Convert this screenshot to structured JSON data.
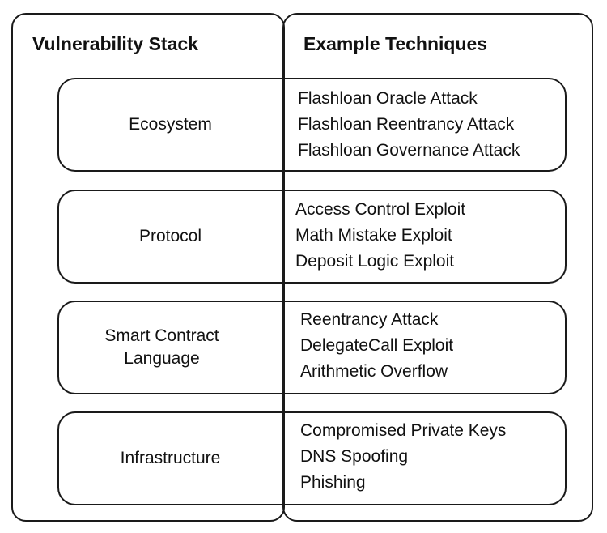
{
  "headers": {
    "left": "Vulnerability Stack",
    "right": "Example Techniques"
  },
  "layers": [
    {
      "name": "Ecosystem",
      "techniques": [
        "Flashloan Oracle Attack",
        "Flashloan Reentrancy Attack",
        "Flashloan Governance Attack"
      ]
    },
    {
      "name": "Protocol",
      "techniques": [
        "Access Control Exploit",
        "Math Mistake Exploit",
        "Deposit Logic Exploit"
      ]
    },
    {
      "name": "Smart Contract Language",
      "techniques": [
        "Reentrancy Attack",
        "DelegateCall Exploit",
        "Arithmetic Overflow"
      ]
    },
    {
      "name": "Infrastructure",
      "techniques": [
        "Compromised Private Keys",
        "DNS Spoofing",
        "Phishing"
      ]
    }
  ]
}
